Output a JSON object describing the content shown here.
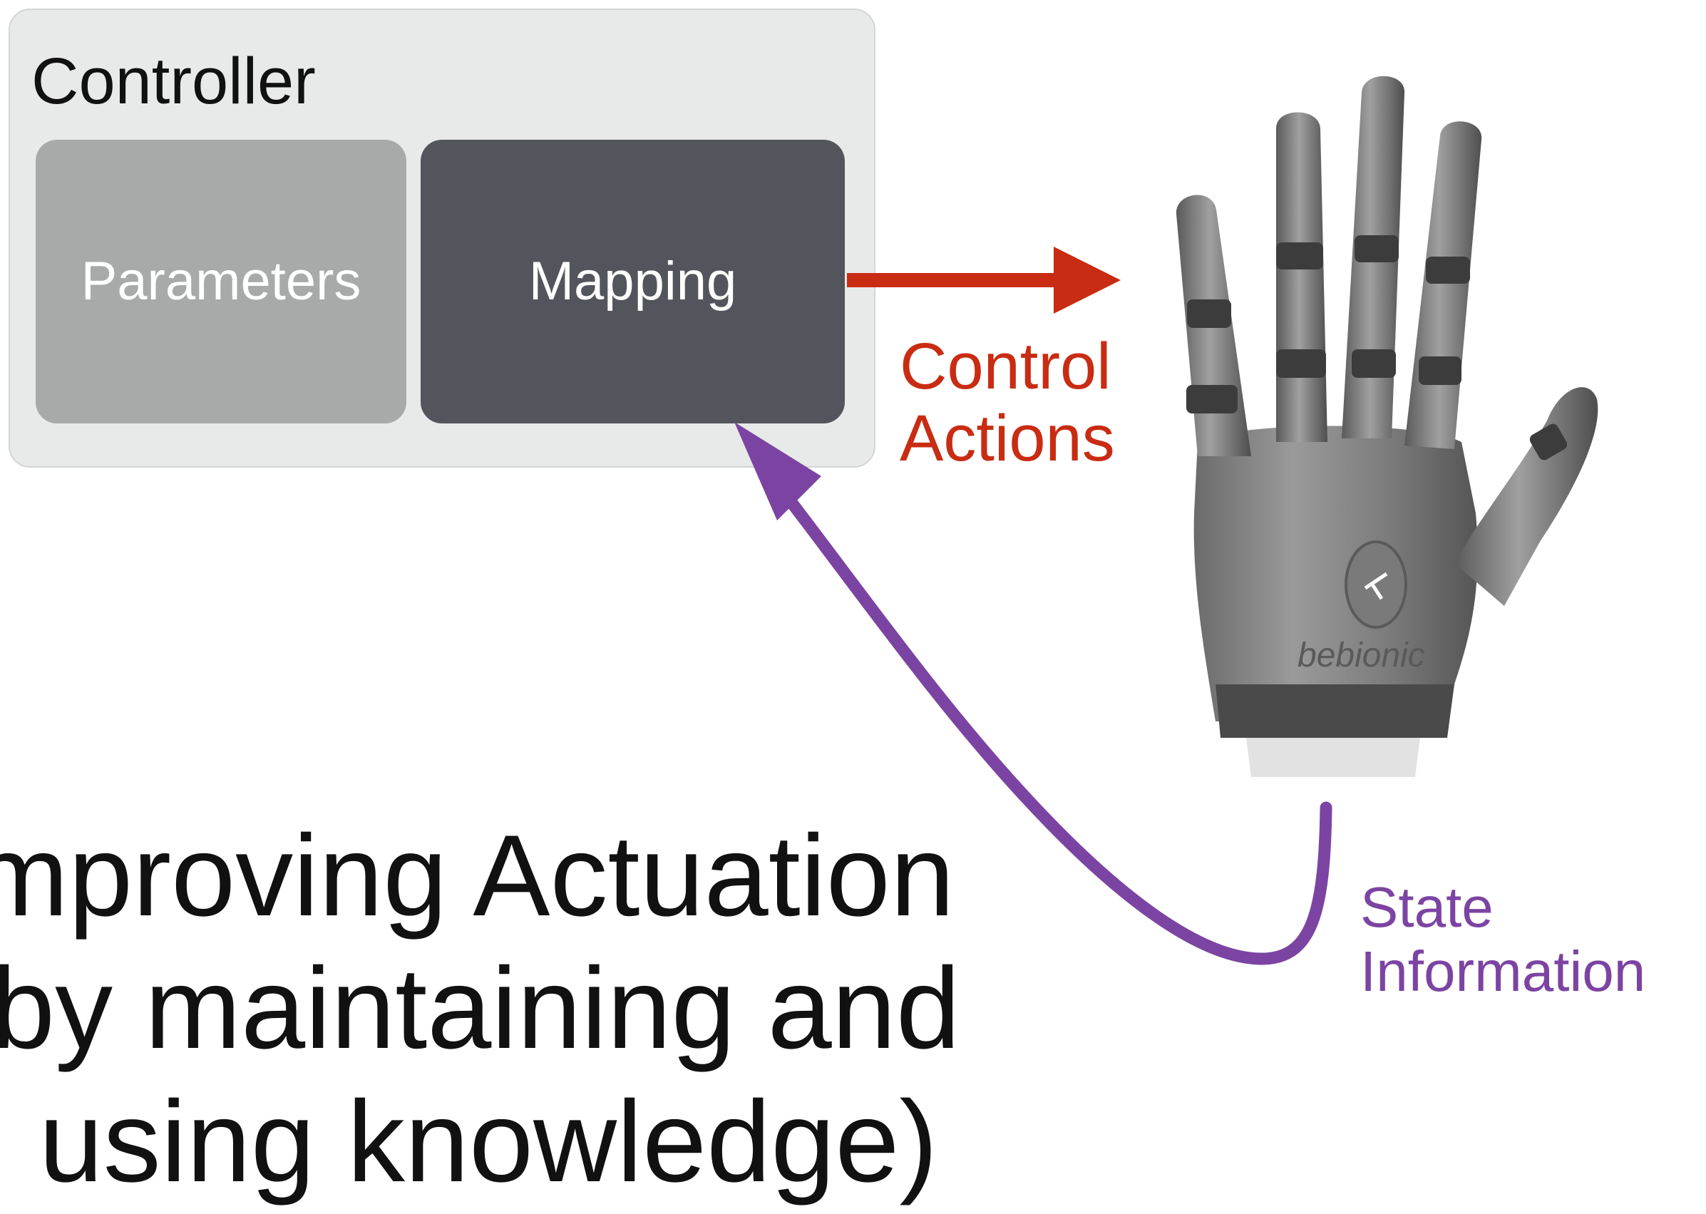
{
  "controller": {
    "title": "Controller",
    "parameters_label": "Parameters",
    "mapping_label": "Mapping"
  },
  "control_actions": {
    "line1": "Control",
    "line2": "Actions",
    "color": "#c82c12"
  },
  "state_information": {
    "line1": "State",
    "line2": "Information",
    "color": "#7c44a2"
  },
  "main_text": {
    "line1": "mproving Actuation",
    "line2": "(by maintaining and",
    "line3": "using knowledge)"
  },
  "image": {
    "subject": "prosthetic-hand",
    "logo_text": "bebionic"
  }
}
